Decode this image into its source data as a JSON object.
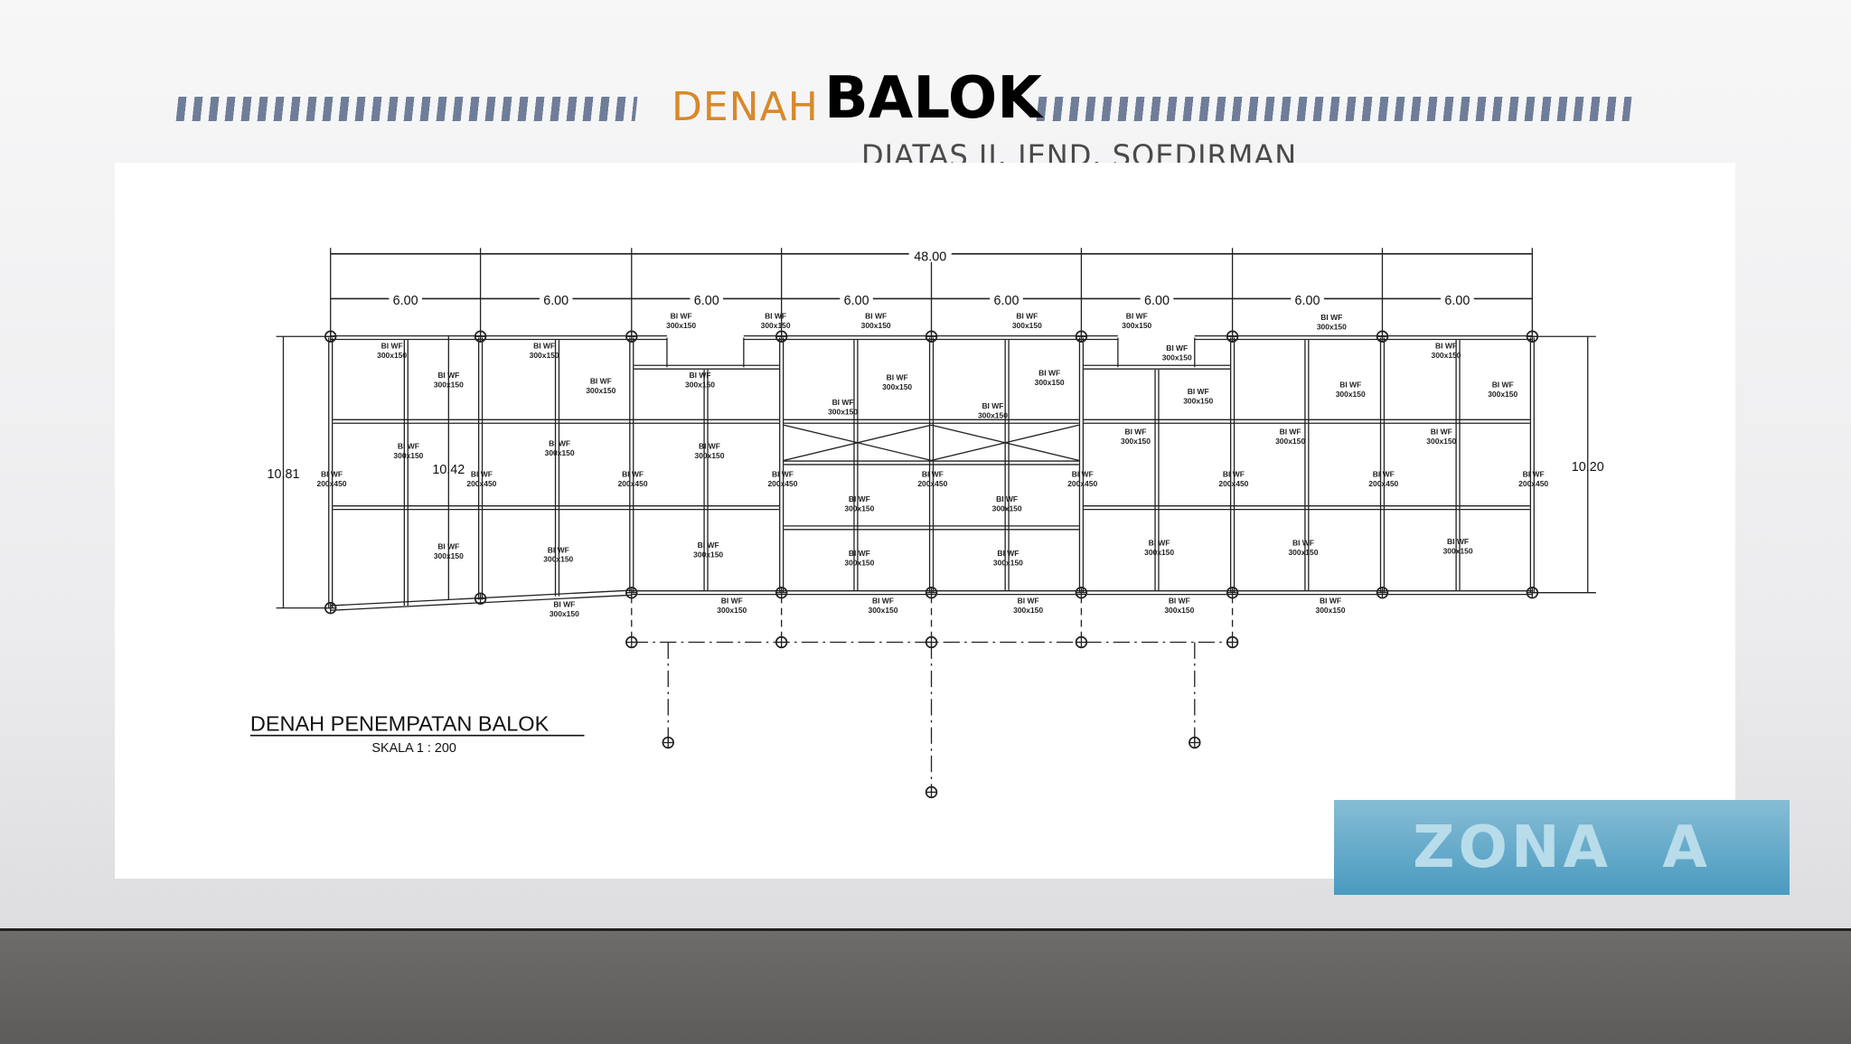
{
  "header": {
    "title_prefix": "DENAH",
    "title_main": "BALOK",
    "subtitle": "DIATAS JI. JEND. SOEDIRMAN",
    "accent_color": "#d8892a",
    "stripe_color": "#6f7d99"
  },
  "drawing": {
    "caption": "DENAH PENEMPATAN BALOK",
    "scale": "SKALA 1 : 200",
    "total_length": "48.00",
    "bay_length": "6.00",
    "bay_count": 8,
    "height_left": "10.81",
    "height_inner": "10.42",
    "height_right": "10.20",
    "beam_type": "BI WF",
    "beam_secondary": "300x150",
    "beam_main": "200x450"
  },
  "badge": {
    "label": "ZONA   A",
    "color": "#4a9ac0"
  }
}
